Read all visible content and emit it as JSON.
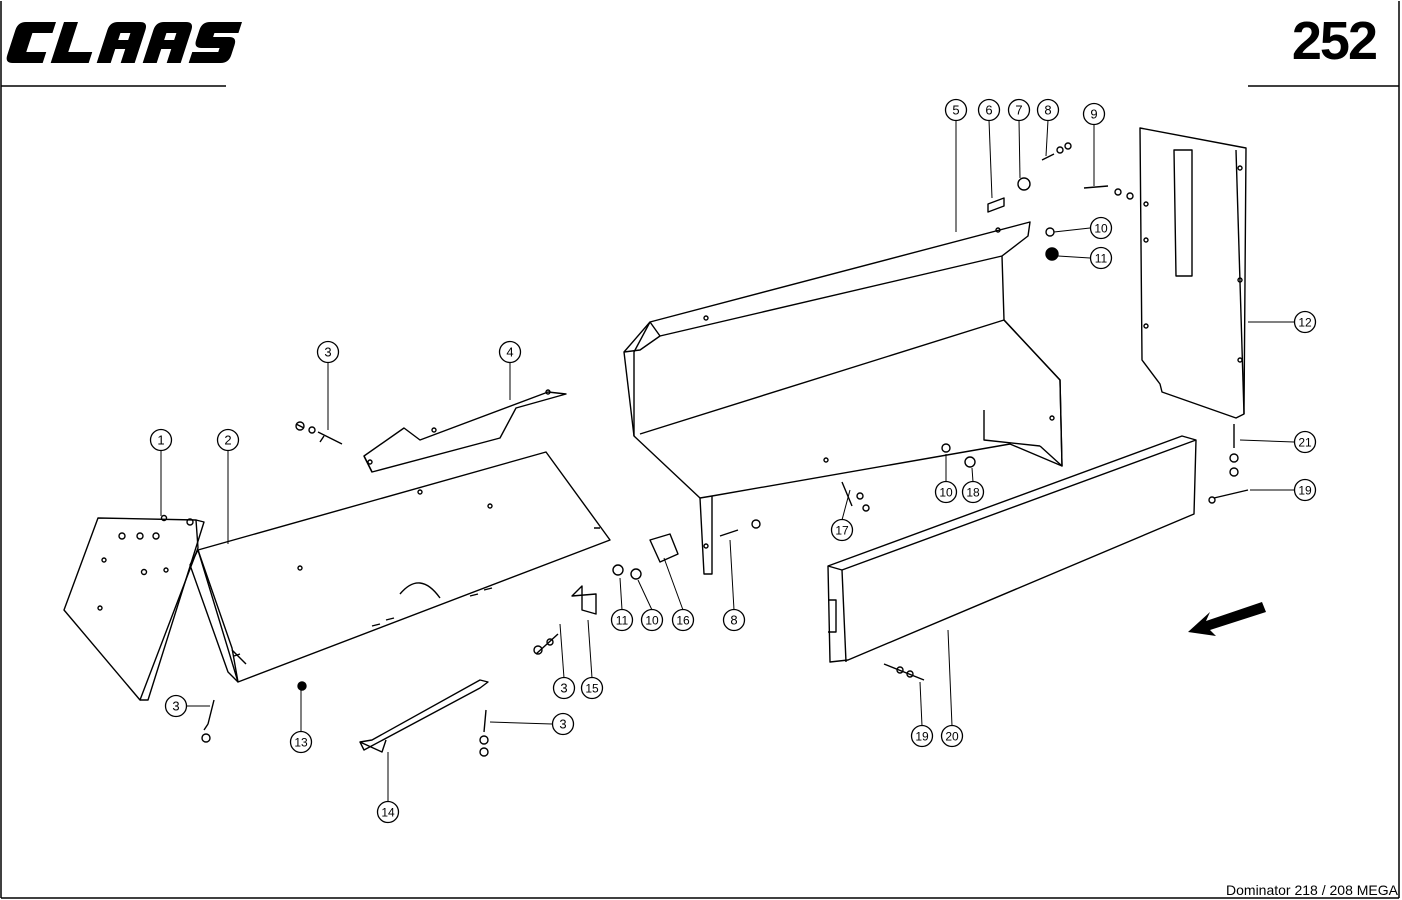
{
  "header": {
    "brand": "CLAAS",
    "page_number": "252"
  },
  "footer": {
    "model": "Dominator 218 / 208 MEGA"
  },
  "callouts": [
    {
      "id": "c1",
      "label": "1"
    },
    {
      "id": "c2",
      "label": "2"
    },
    {
      "id": "c3a",
      "label": "3"
    },
    {
      "id": "c4",
      "label": "4"
    },
    {
      "id": "c3b",
      "label": "3"
    },
    {
      "id": "c13",
      "label": "13"
    },
    {
      "id": "c14",
      "label": "14"
    },
    {
      "id": "c3c",
      "label": "3"
    },
    {
      "id": "c3d",
      "label": "3"
    },
    {
      "id": "c15",
      "label": "15"
    },
    {
      "id": "c11a",
      "label": "11"
    },
    {
      "id": "c10a",
      "label": "10"
    },
    {
      "id": "c16",
      "label": "16"
    },
    {
      "id": "c8a",
      "label": "8"
    },
    {
      "id": "c5",
      "label": "5"
    },
    {
      "id": "c6",
      "label": "6"
    },
    {
      "id": "c7",
      "label": "7"
    },
    {
      "id": "c8b",
      "label": "8"
    },
    {
      "id": "c9",
      "label": "9"
    },
    {
      "id": "c10b",
      "label": "10"
    },
    {
      "id": "c11b",
      "label": "11"
    },
    {
      "id": "c12",
      "label": "12"
    },
    {
      "id": "c17",
      "label": "17"
    },
    {
      "id": "c10c",
      "label": "10"
    },
    {
      "id": "c18",
      "label": "18"
    },
    {
      "id": "c21",
      "label": "21"
    },
    {
      "id": "c19a",
      "label": "19"
    },
    {
      "id": "c19b",
      "label": "19"
    },
    {
      "id": "c20",
      "label": "20"
    }
  ]
}
